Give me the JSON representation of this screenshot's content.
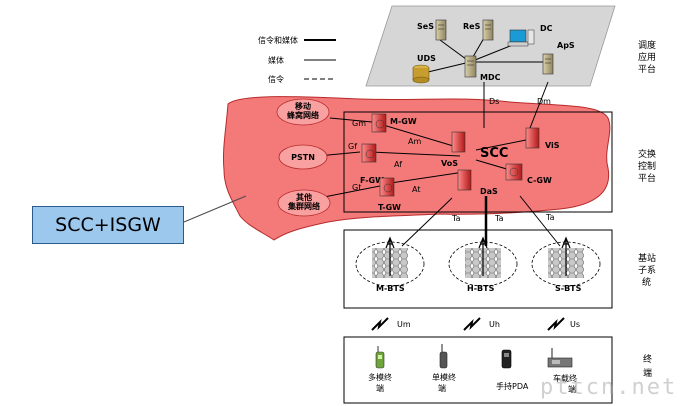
{
  "legend": {
    "signal_media": "信令和媒体",
    "media": "媒体",
    "signal": "信令"
  },
  "layers": {
    "dispatch": [
      "调度",
      "应用",
      "平台"
    ],
    "switching": [
      "交换",
      "控制",
      "平台"
    ],
    "base_station": [
      "基站",
      "子系",
      "统"
    ],
    "terminal": [
      "终",
      "端"
    ]
  },
  "nodes": {
    "ses": "SeS",
    "res": "ReS",
    "dc": "DC",
    "aps": "ApS",
    "uds": "UDS",
    "mdc": "MDC",
    "scc": "SCC",
    "vos": "VoS",
    "vis": "ViS",
    "das": "DaS",
    "cgw": "C-GW",
    "mgw": "M-GW",
    "fgw": "F-GW",
    "tgw": "T-GW",
    "mobile_net": [
      "移动",
      "蜂窝网络"
    ],
    "pstn": "PSTN",
    "other_net": [
      "其他",
      "集群网络"
    ],
    "mbts": "M-BTS",
    "hbts": "H-BTS",
    "sbts": "S-BTS",
    "term_multi": [
      "多模终",
      "端"
    ],
    "term_single": [
      "单模终",
      "端"
    ],
    "term_handheld": "手持PDA",
    "term_vehicle": [
      "车载终",
      "端"
    ]
  },
  "interfaces": {
    "ds": "Ds",
    "dm": "Dm",
    "gm": "Gm",
    "am": "Am",
    "gf": "Gf",
    "af": "Af",
    "gt": "Gt",
    "at": "At",
    "ta1": "Ta",
    "ta2": "Ta",
    "ta3": "Ta",
    "um": "Um",
    "uh": "Uh",
    "us": "Us"
  },
  "callout": "SCC+ISGW",
  "watermark": "pttcn.net",
  "colors": {
    "red_cloud": "#f47a7a",
    "red_cloud_border": "#b72a2a",
    "grey_platform": "#d6d6d6",
    "callout_fill": "#9cc8ee"
  }
}
